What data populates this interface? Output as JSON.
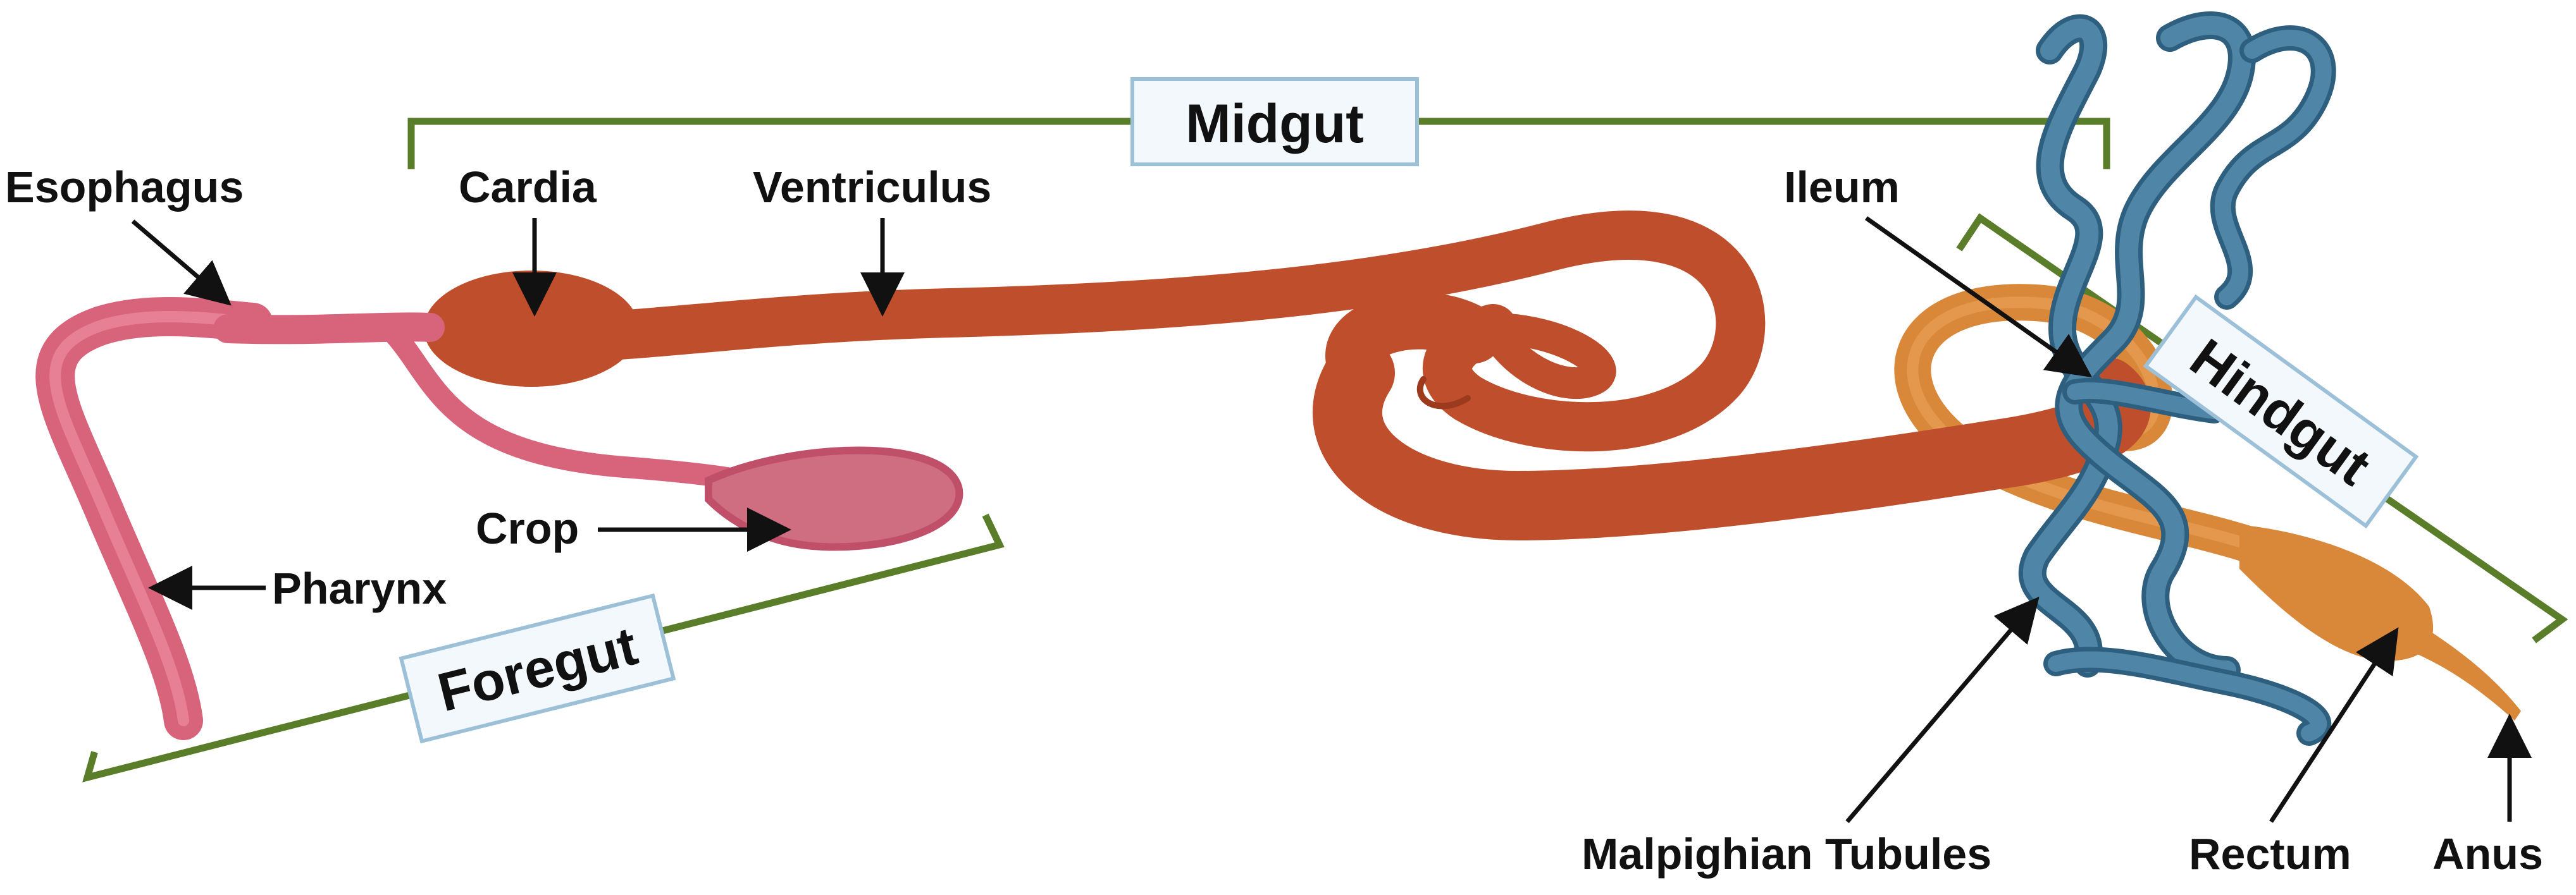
{
  "colors": {
    "foregut": "#d8647c",
    "foregut_light": "#f08ba0",
    "crop_fill": "#cf6e80",
    "midgut": "#bf4f2c",
    "midgut_dark": "#9c3a1e",
    "hindgut": "#d9883a",
    "hindgut_light": "#eba45b",
    "tubules": "#4f86a8",
    "tubules_dark": "#2e5f7e",
    "bracket": "#5a7d2a",
    "box_border": "#9cc0d8",
    "box_fill": "#f2f8fc",
    "arrow": "#111111"
  },
  "region_labels": {
    "midgut": "Midgut",
    "foregut": "Foregut",
    "hindgut": "Hindgut"
  },
  "part_labels": {
    "esophagus": "Esophagus",
    "cardia": "Cardia",
    "ventriculus": "Ventriculus",
    "ileum": "Ileum",
    "crop": "Crop",
    "pharynx": "Pharynx",
    "malpighian_tubules": "Malpighian Tubules",
    "rectum": "Rectum",
    "anus": "Anus"
  }
}
